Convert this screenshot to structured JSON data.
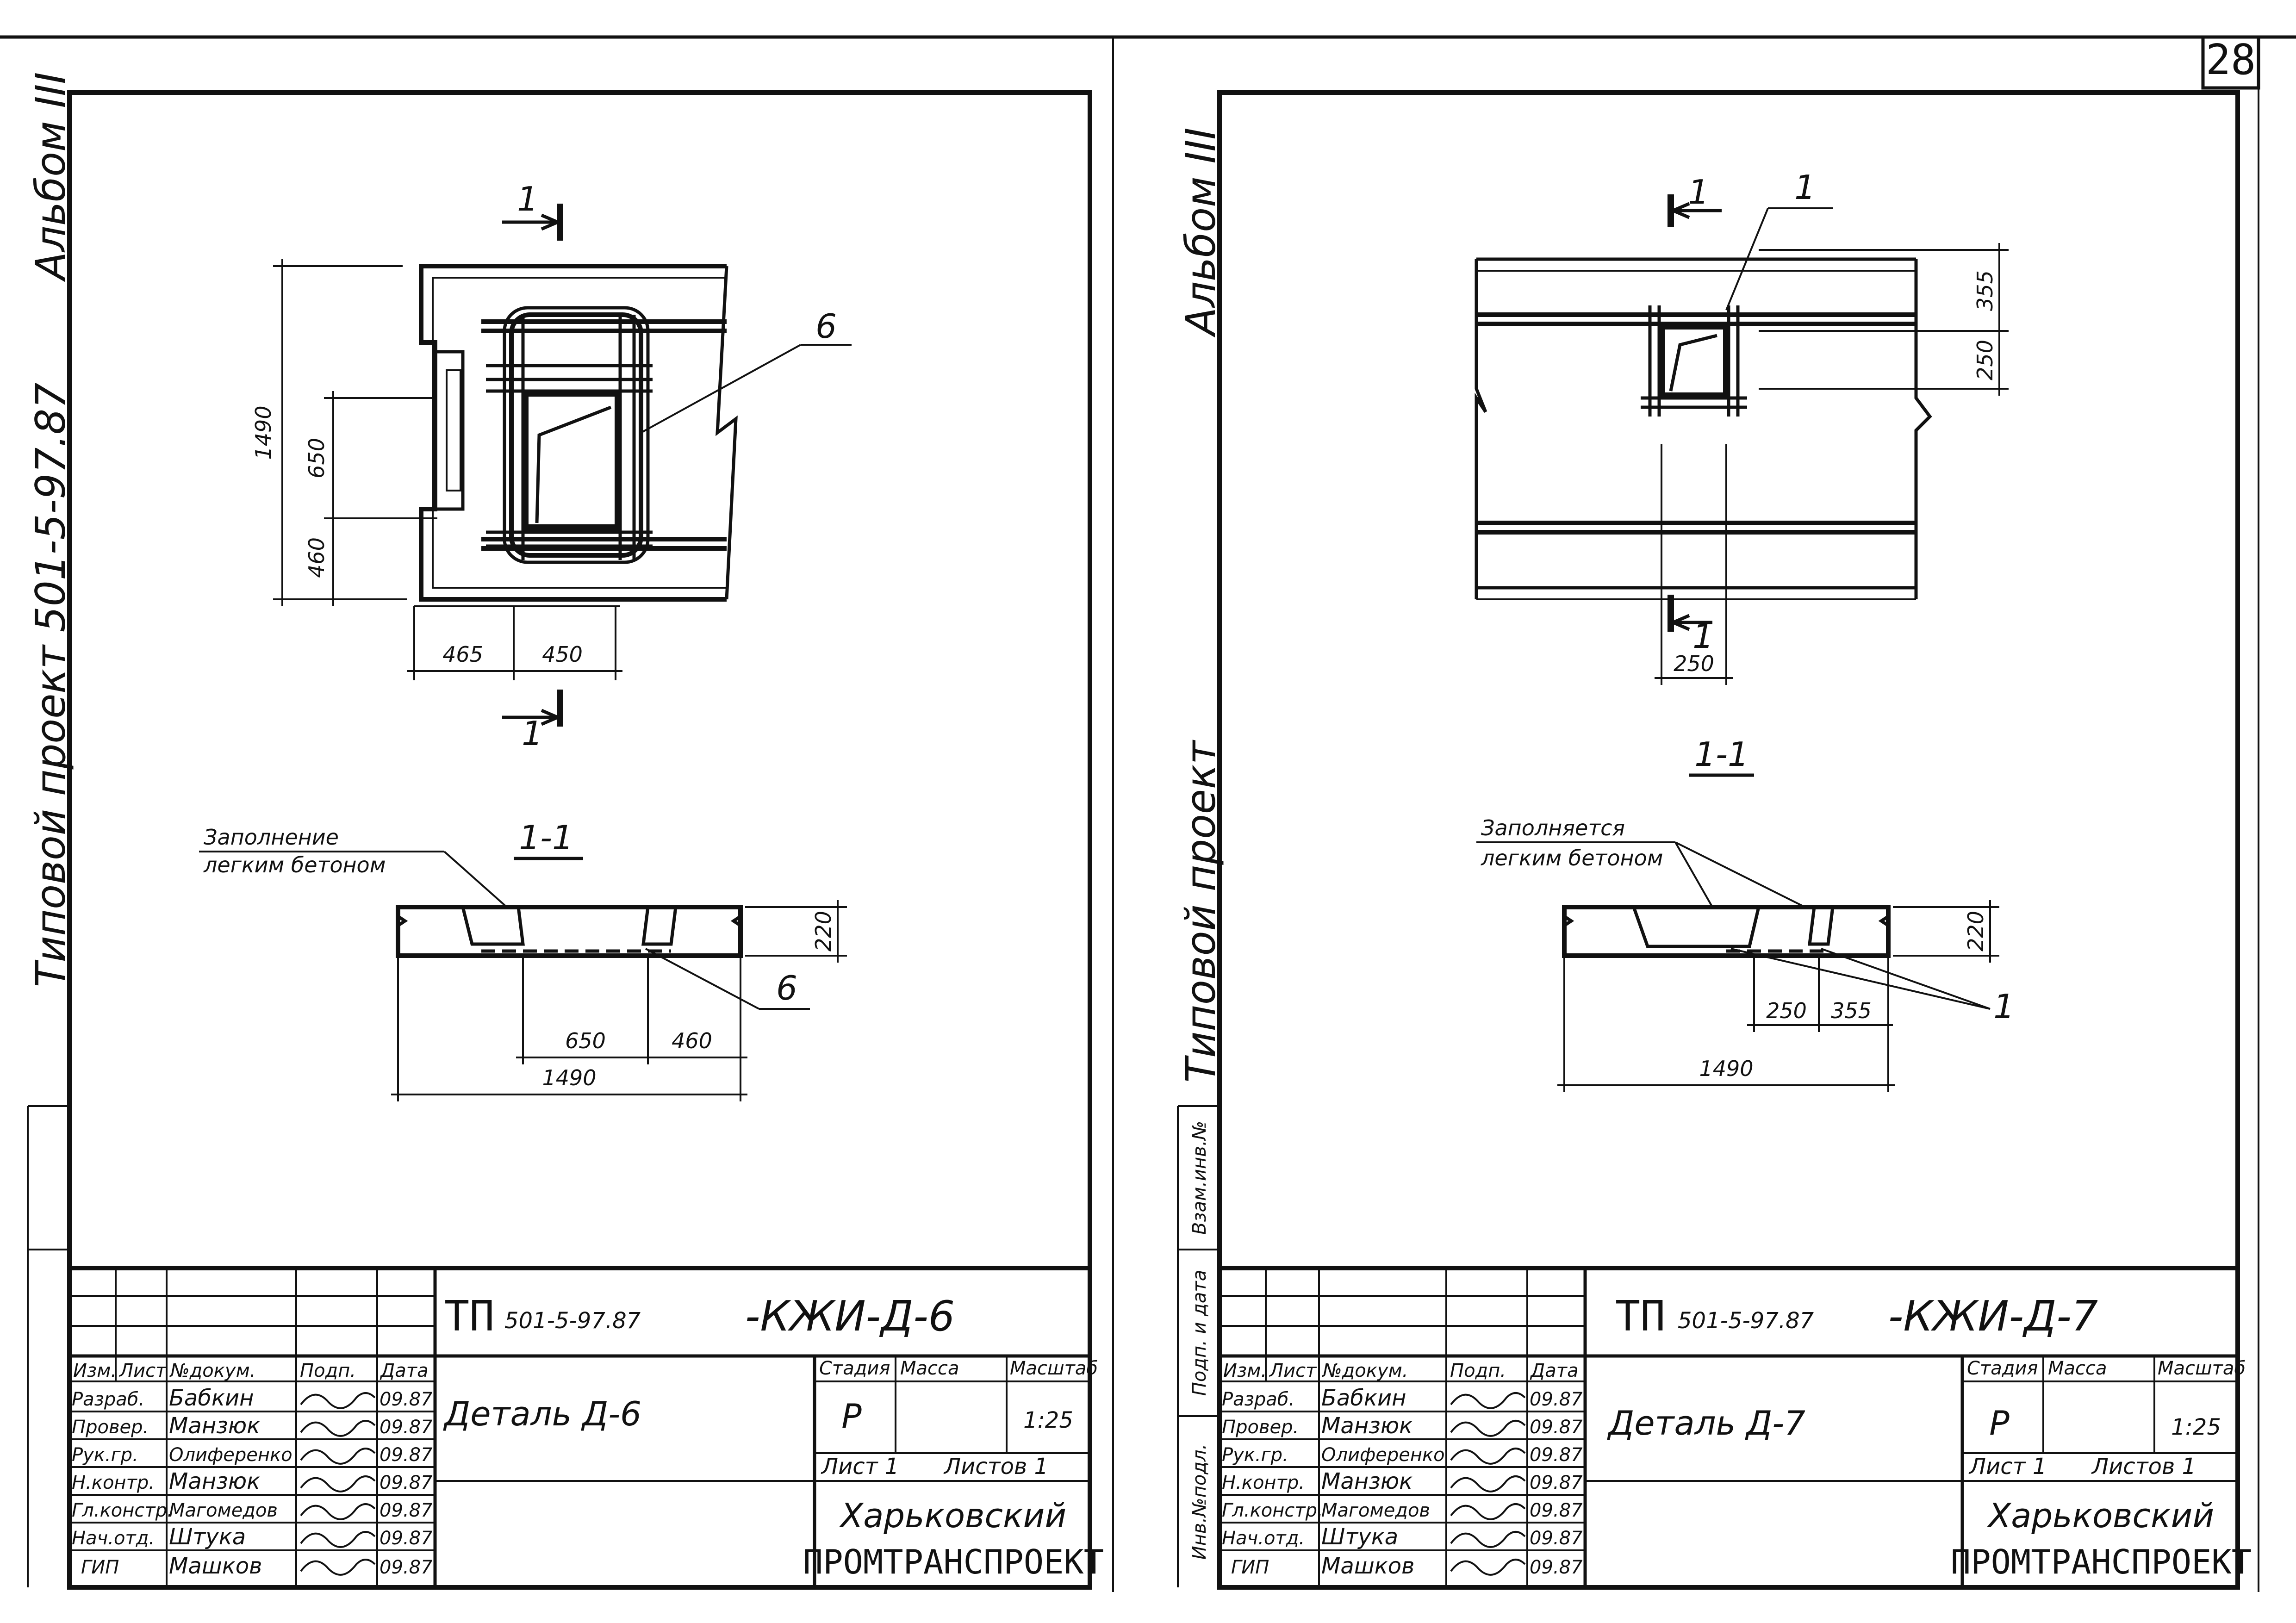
{
  "page_number": "28",
  "sheets": [
    {
      "album": "Альбом III",
      "project_side": "Типовой проект 501-5-97.87",
      "designation_prefix": "ТП",
      "designation_number": "501-5-97.87",
      "designation_code": "-КЖИ-Д-6",
      "title": "Деталь Д-6",
      "stage_label": "Стадия",
      "stage": "Р",
      "mass_label": "Масса",
      "scale_label": "Масштаб",
      "scale": "1:25",
      "sheet_label": "Лист 1",
      "sheets_label": "Листов 1",
      "org_line1": "Харьковский",
      "org_line2": "ПРОМТРАНСПРОЕКТ",
      "table_header": [
        "Изм.",
        "Лист",
        "№докум.",
        "Подп.",
        "Дата"
      ],
      "signers": [
        {
          "role": "Разраб.",
          "name": "Бабкин",
          "date": "09.87"
        },
        {
          "role": "Провер.",
          "name": "Манзюк",
          "date": "09.87"
        },
        {
          "role": "Рук.гр.",
          "name": "Олиференко",
          "date": "09.87"
        },
        {
          "role": "Н.контр.",
          "name": "Манзюк",
          "date": "09.87"
        },
        {
          "role": "Гл.констр.",
          "name": "Магомедов",
          "date": "09.87"
        },
        {
          "role": "Нач.отд.",
          "name": "Штука",
          "date": "09.87"
        },
        {
          "role": "ГИП",
          "name": "Машков",
          "date": "09.87"
        }
      ],
      "section_mark": "1",
      "section_title": "1-1",
      "fill_note_line1": "Заполнение",
      "fill_note_line2": "легким бетоном",
      "callout": "6",
      "dims": {
        "overall_height": "1490",
        "upper": "650",
        "lower": "460",
        "left_width": "465",
        "right_width": "450",
        "thickness": "220",
        "sec_a": "650",
        "sec_b": "460",
        "sec_total": "1490"
      }
    },
    {
      "album": "Альбом III",
      "project_side": "Типовой проект",
      "designation_prefix": "ТП",
      "designation_number": "501-5-97.87",
      "designation_code": "-КЖИ-Д-7",
      "title": "Деталь Д-7",
      "stage_label": "Стадия",
      "stage": "Р",
      "mass_label": "Масса",
      "scale_label": "Масштаб",
      "scale": "1:25",
      "sheet_label": "Лист 1",
      "sheets_label": "Листов 1",
      "org_line1": "Харьковский",
      "org_line2": "ПРОМТРАНСПРОЕКТ",
      "table_header": [
        "Изм.",
        "Лист",
        "№докум.",
        "Подп.",
        "Дата"
      ],
      "signers": [
        {
          "role": "Разраб.",
          "name": "Бабкин",
          "date": "09.87"
        },
        {
          "role": "Провер.",
          "name": "Манзюк",
          "date": "09.87"
        },
        {
          "role": "Рук.гр.",
          "name": "Олиференко",
          "date": "09.87"
        },
        {
          "role": "Н.контр.",
          "name": "Манзюк",
          "date": "09.87"
        },
        {
          "role": "Гл.констр.",
          "name": "Магомедов",
          "date": "09.87"
        },
        {
          "role": "Нач.отд.",
          "name": "Штука",
          "date": "09.87"
        },
        {
          "role": "ГИП",
          "name": "Машков",
          "date": "09.87"
        }
      ],
      "stamp_labels": [
        "Инв.№подл.",
        "Подп. и дата",
        "Взам.инв.№"
      ],
      "section_mark": "1",
      "section_title": "1-1",
      "fill_note_line1": "Заполняется",
      "fill_note_line2": "легким бетоном",
      "callout": "1",
      "dims": {
        "upper": "355",
        "lower": "250",
        "width": "250",
        "thickness": "220",
        "sec_a": "250",
        "sec_b": "355",
        "sec_total": "1490"
      }
    }
  ]
}
